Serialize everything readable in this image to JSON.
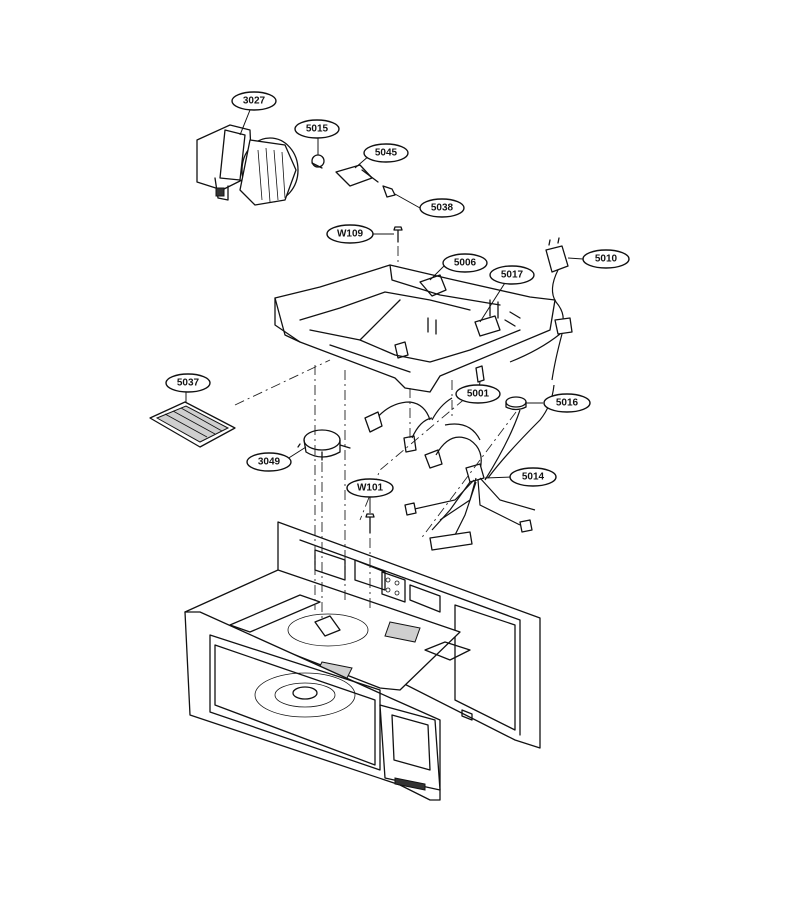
{
  "callouts": [
    {
      "id": "c3027",
      "label": "3027"
    },
    {
      "id": "c5015",
      "label": "5015"
    },
    {
      "id": "c5045",
      "label": "5045"
    },
    {
      "id": "c5038",
      "label": "5038"
    },
    {
      "id": "cW109",
      "label": "W109"
    },
    {
      "id": "c5006",
      "label": "5006"
    },
    {
      "id": "c5017",
      "label": "5017"
    },
    {
      "id": "c5010",
      "label": "5010"
    },
    {
      "id": "c5037",
      "label": "5037"
    },
    {
      "id": "c5001",
      "label": "5001"
    },
    {
      "id": "c5016",
      "label": "5016"
    },
    {
      "id": "c3049",
      "label": "3049"
    },
    {
      "id": "c5014",
      "label": "5014"
    },
    {
      "id": "cW101",
      "label": "W101"
    }
  ]
}
